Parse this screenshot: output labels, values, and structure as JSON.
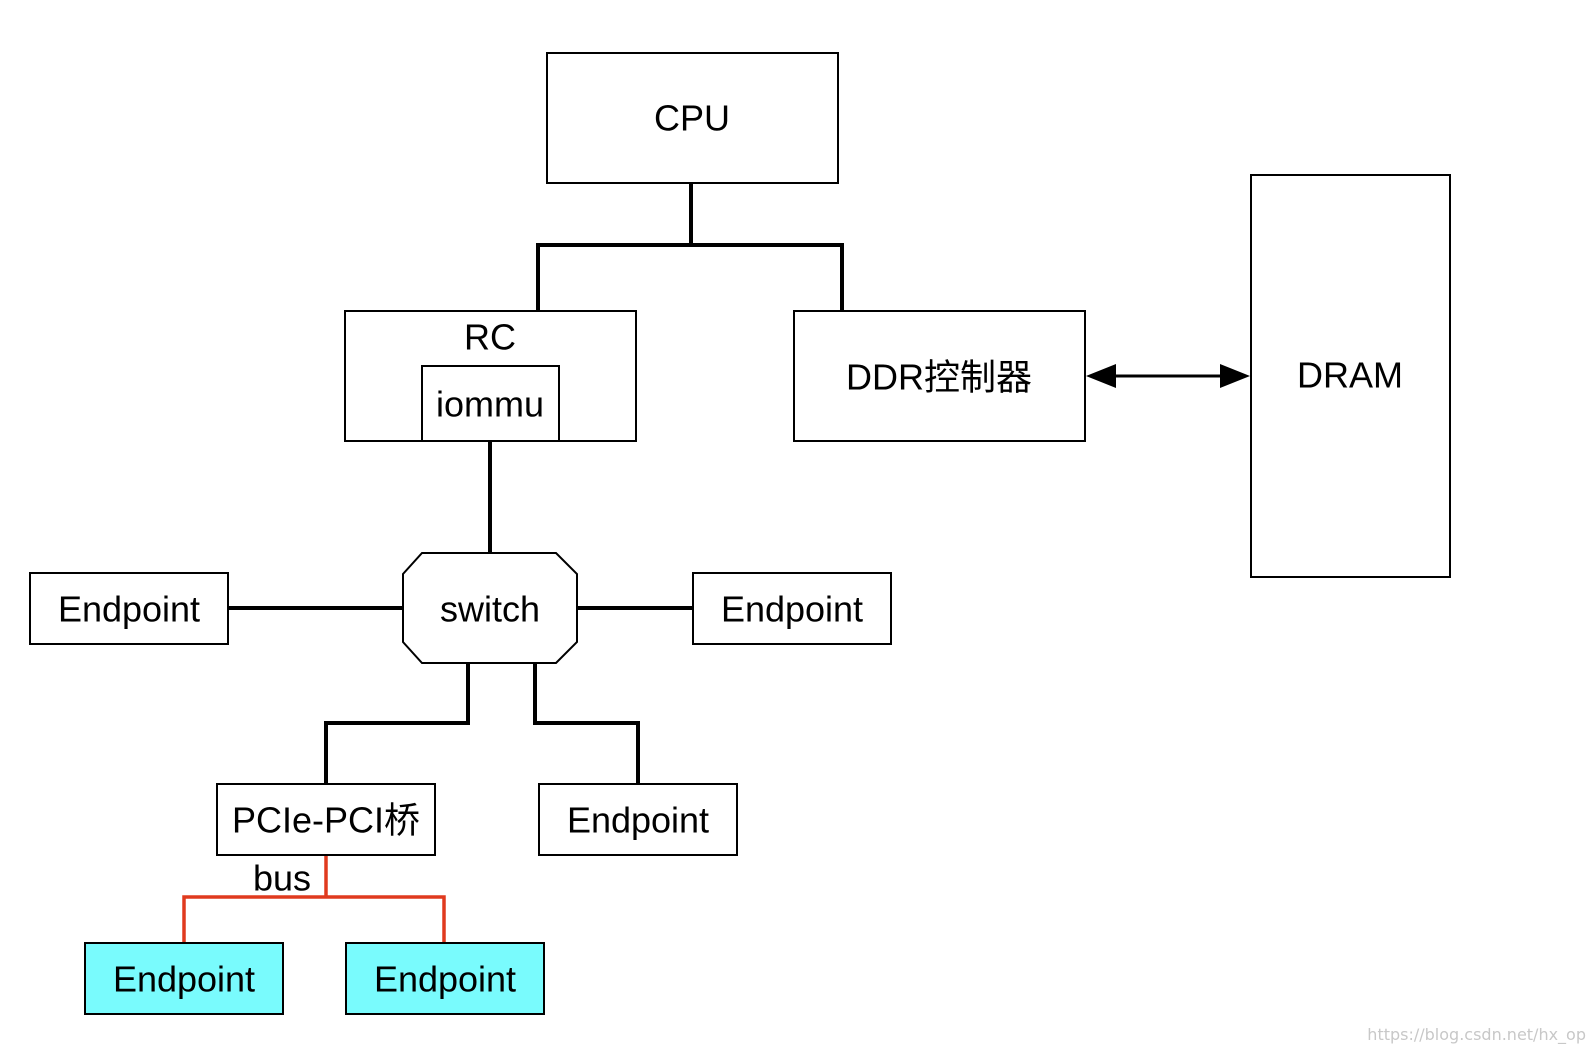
{
  "nodes": {
    "cpu": "CPU",
    "rc": "RC",
    "iommu": "iommu",
    "ddr_controller": "DDR控制器",
    "dram": "DRAM",
    "switch": "switch",
    "endpoint_left": "Endpoint",
    "endpoint_right": "Endpoint",
    "pcie_pci_bridge": "PCIe-PCI桥",
    "endpoint_under_switch": "Endpoint",
    "bus_label": "bus",
    "pci_endpoint_1": "Endpoint",
    "pci_endpoint_2": "Endpoint"
  },
  "watermark": "https://blog.csdn.net/hx_op",
  "colors": {
    "line": "#000000",
    "bus_line": "#e03a1e",
    "pci_endpoint_fill": "#79fbfd",
    "box_fill": "#ffffff"
  }
}
